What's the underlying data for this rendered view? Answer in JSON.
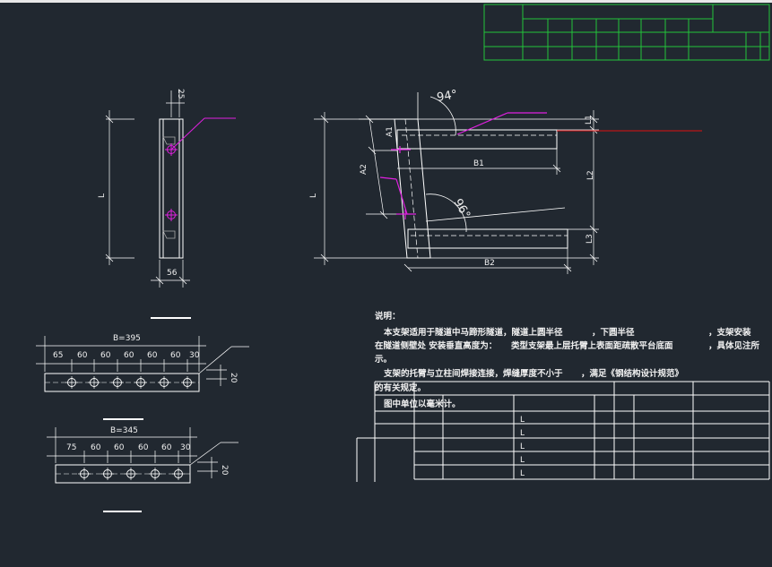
{
  "side_view": {
    "top_dim": "25",
    "height_label": "L",
    "width_dim": "56"
  },
  "front_view": {
    "angle_top": "94°",
    "angle_mid": "96°",
    "height_label": "L",
    "dim_a1": "A1",
    "dim_a2": "A2",
    "dim_b1": "B1",
    "dim_b2": "B2",
    "dim_l1": "L1",
    "dim_l2": "L2",
    "dim_l3": "L3"
  },
  "plate_395": {
    "total": "B=395",
    "spacings": [
      "65",
      "60",
      "60",
      "60",
      "60",
      "60",
      "30"
    ],
    "side_dim": "20"
  },
  "plate_345": {
    "total": "B=345",
    "spacings": [
      "75",
      "60",
      "60",
      "60",
      "60",
      "30"
    ],
    "side_dim": "20"
  },
  "notes": {
    "title": "说明：",
    "line1": "本支架适用于隧道中马蹄形隧道，隧道上圆半径",
    "line1_b": "，下圆半径",
    "line1_c": "，支架安装",
    "line2": "在隧道侧壁处 安装垂直高度为：",
    "line2_b": "类型支架最上层托臂上表面距疏散平台底面",
    "line2_c": "，具体见注所",
    "line3": "示。",
    "line4": "支架的托臂与立柱间焊接连接，焊缝厚度不小于",
    "line4_b": "，满足《钢结构设计规范》",
    "line5": "的有关规定。",
    "line6": "图中单位以毫米计。"
  },
  "table_marks": [
    "L",
    "L",
    "L",
    "L",
    "L"
  ]
}
